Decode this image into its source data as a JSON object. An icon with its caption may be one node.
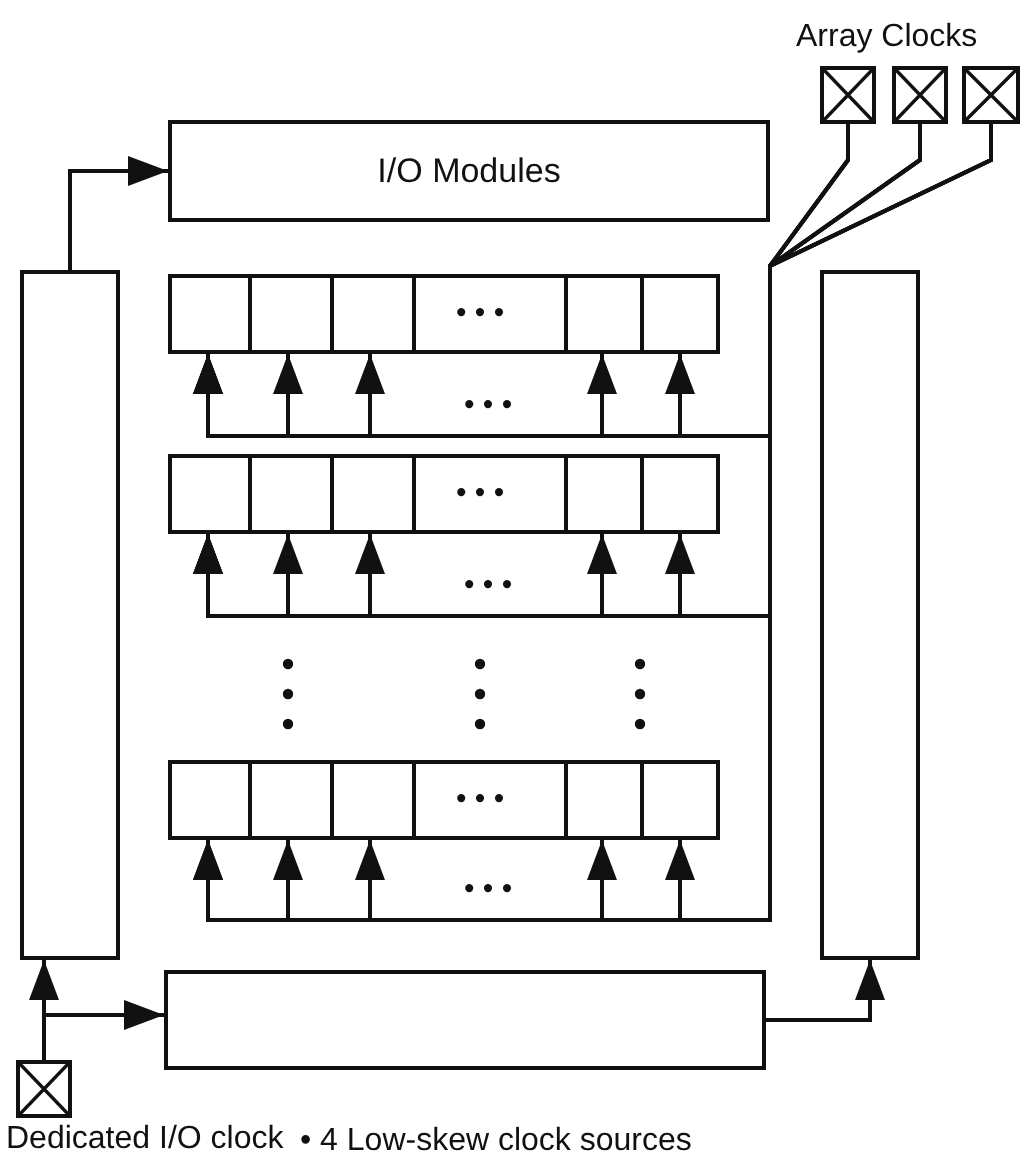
{
  "diagram": {
    "nodes": [
      {
        "text": [
          "I/O Modules"
        ]
      },
      {
        "text": [],
        "shape": "box"
      },
      {
        "text": [],
        "shape": "box"
      },
      {
        "text": [],
        "shape": "box"
      },
      {
        "text": [],
        "shape": "box",
        "beside": [
          "Dedicated I/O clock"
        ]
      },
      {
        "text": [],
        "shape": "box"
      },
      {
        "text": [],
        "shape": "box"
      },
      {
        "text": [],
        "shape": "box"
      },
      {
        "text": [
          "• • •"
        ]
      },
      {
        "text": [
          "• • •"
        ]
      },
      {
        "text": [
          "• • •"
        ]
      }
    ],
    "edges": [
      {
        "from": 1,
        "to": 0,
        "arrow": "to"
      },
      {
        "from": 4,
        "to": 1,
        "arrow": "to"
      },
      {
        "from": 4,
        "to": 3,
        "arrow": "to"
      },
      {
        "from": 3,
        "to": 2,
        "arrow": "to"
      },
      {
        "from": 5,
        "to": 8,
        "arrow": "to"
      },
      {
        "from": 5,
        "to": 9,
        "arrow": "to"
      },
      {
        "from": 5,
        "to": 10,
        "arrow": "to"
      },
      {
        "from": 6,
        "to": 8,
        "arrow": "to"
      },
      {
        "from": 6,
        "to": 9,
        "arrow": "to"
      },
      {
        "from": 6,
        "to": 10,
        "arrow": "to"
      },
      {
        "from": 7,
        "to": 8,
        "arrow": "to"
      },
      {
        "from": 7,
        "to": 9,
        "arrow": "to"
      },
      {
        "from": 7,
        "to": 10,
        "arrow": "to"
      }
    ],
    "labels": [
      "Array Clocks",
      "• • •",
      "• • •",
      "• • •",
      "• 4 Low-skew clock sources"
    ]
  }
}
